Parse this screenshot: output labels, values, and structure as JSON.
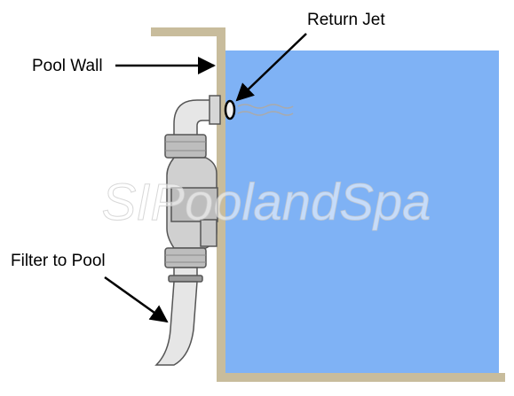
{
  "labels": {
    "return_jet": "Return Jet",
    "pool_wall": "Pool Wall",
    "filter_to_pool": "Filter to Pool"
  },
  "watermark": "SIPoolandSpa",
  "colors": {
    "water": "#7fb2f5",
    "wall": "#c8bc9c",
    "pipe_fill": "#e6e6e6",
    "pipe_dark": "#cfcfcf",
    "fitting_fill": "#bdbdbd",
    "outline": "#555555",
    "ripple": "#aaaaaa"
  },
  "icons": {
    "arrows": "arrow-icon"
  }
}
